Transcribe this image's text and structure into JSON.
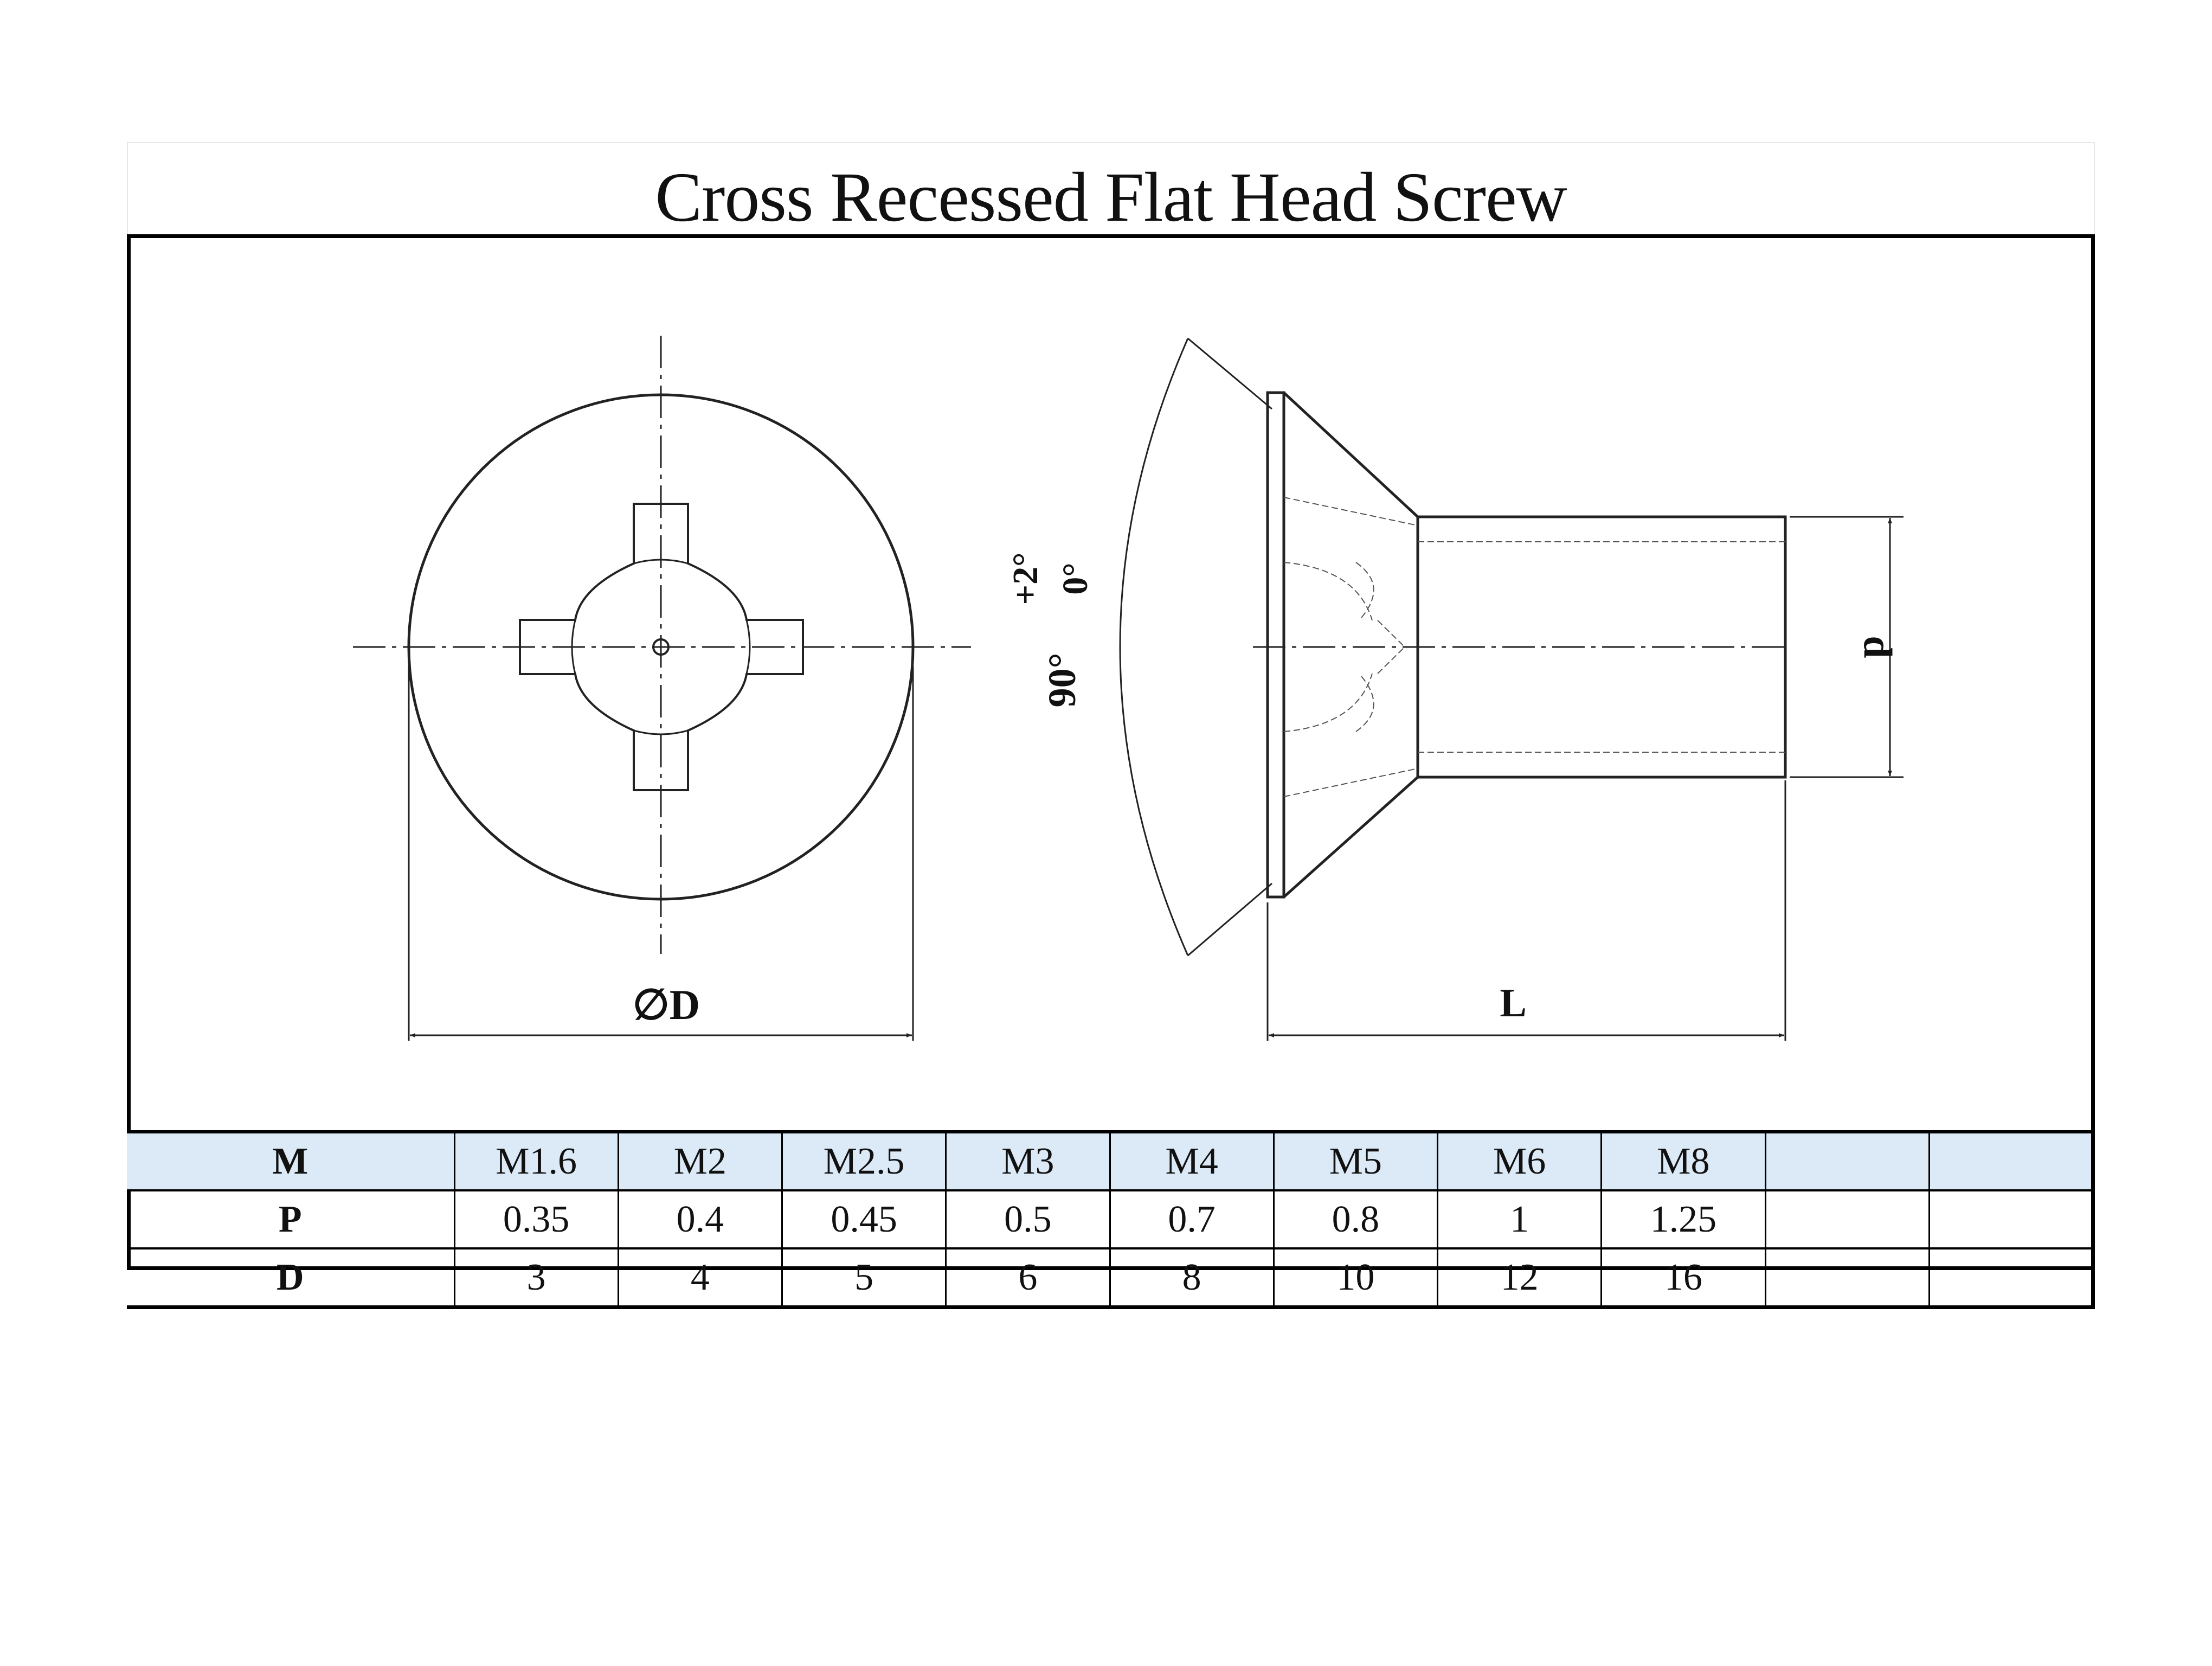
{
  "title": "Cross Recessed Flat Head Screw",
  "drawing": {
    "diameter_label": "∅D",
    "length_label": "L",
    "shank_label": "d",
    "angle_label": "90°",
    "tolerance_upper": "+2°",
    "tolerance_lower": "0°"
  },
  "table": {
    "rows": [
      {
        "label": "M",
        "values": [
          "M1.6",
          "M2",
          "M2.5",
          "M3",
          "M4",
          "M5",
          "M6",
          "M8",
          "",
          ""
        ]
      },
      {
        "label": "P",
        "values": [
          "0.35",
          "0.4",
          "0.45",
          "0.5",
          "0.7",
          "0.8",
          "1",
          "1.25",
          "",
          ""
        ]
      },
      {
        "label": "D",
        "values": [
          "3",
          "4",
          "5",
          "6",
          "8",
          "10",
          "12",
          "16",
          "",
          ""
        ]
      }
    ]
  }
}
